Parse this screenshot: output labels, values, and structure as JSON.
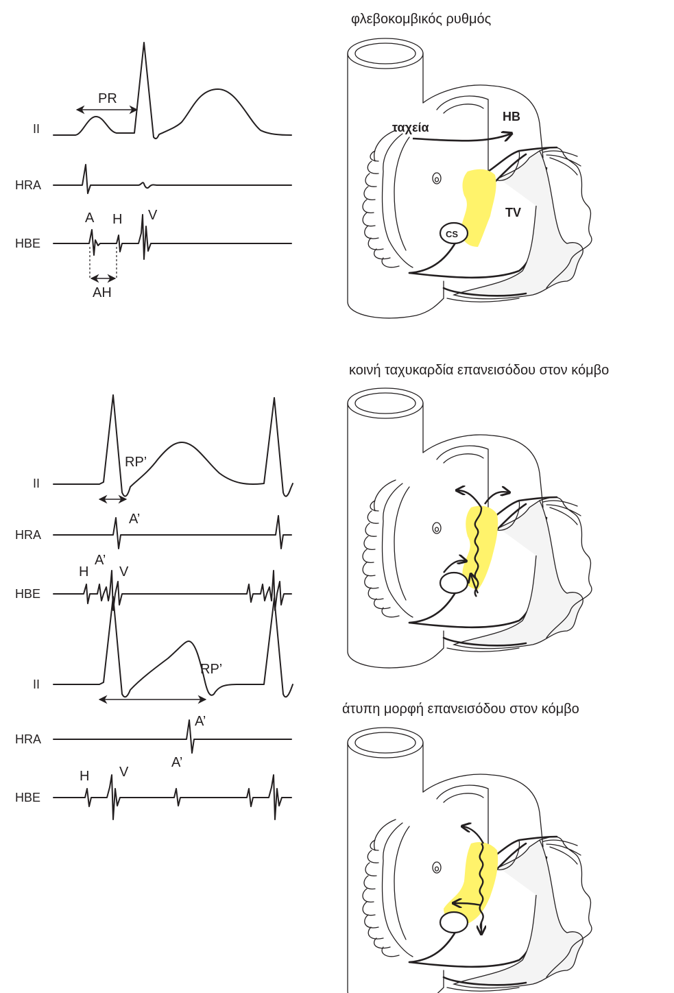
{
  "panels": [
    {
      "title": "φλεβοκομβικός ρυθμός",
      "leads": [
        "II",
        "HRA",
        "HBE"
      ],
      "labels": {
        "pr": "PR",
        "a": "A",
        "h": "H",
        "v": "V",
        "ah": "AH"
      },
      "heart_labels": {
        "fast": "ταχεία",
        "hb": "HB",
        "tv": "TV",
        "cs": "CS"
      }
    },
    {
      "title": "κοινή ταχυκαρδία επανεισόδου στον κόμβο",
      "leads": [
        "II",
        "HRA",
        "HBE"
      ],
      "labels": {
        "rp": "RP’",
        "a_hra": "A’",
        "a_hbe": "A’",
        "h": "H",
        "v": "V"
      }
    },
    {
      "title": "άτυπη μορφή επανεισόδου στον κόμβο",
      "leads": [
        "II",
        "HRA",
        "HBE"
      ],
      "labels": {
        "rp": "RP’",
        "a_top": "A’",
        "a_bottom": "A’",
        "h": "H",
        "v": "V"
      }
    }
  ]
}
